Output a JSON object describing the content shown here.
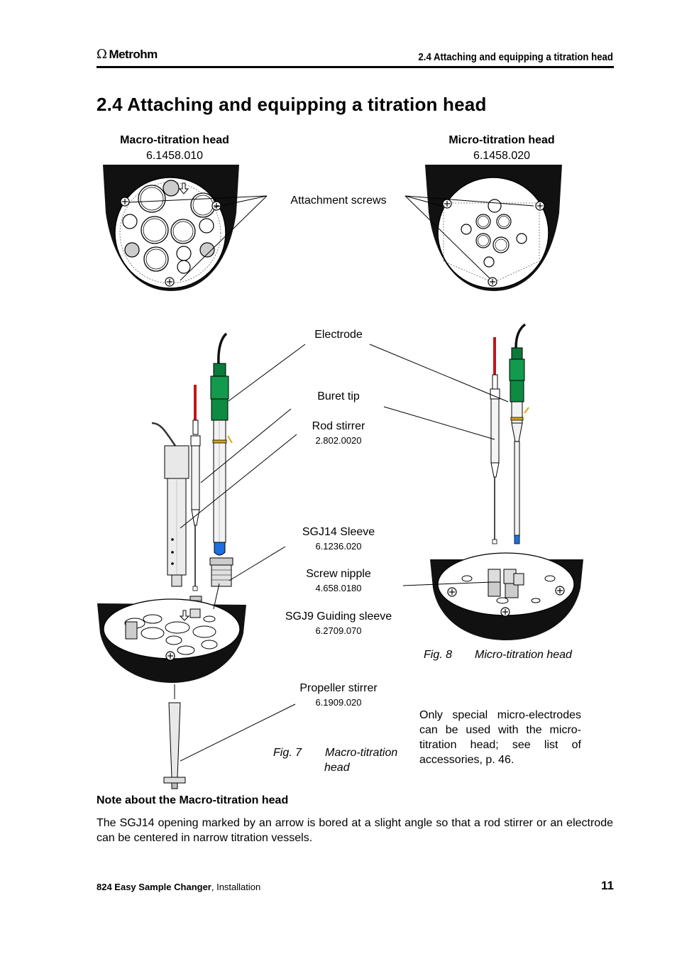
{
  "header": {
    "brand": "Metrohm",
    "section_title": "2.4 Attaching and equipping a titration head"
  },
  "heading": "2.4  Attaching and equipping a titration head",
  "macro": {
    "title": "Macro-titration head",
    "code": "6.1458.010"
  },
  "micro": {
    "title": "Micro-titration head",
    "code": "6.1458.020"
  },
  "labels": {
    "attachment_screws": "Attachment screws",
    "electrode": "Electrode",
    "buret_tip": "Buret tip",
    "rod_stirrer": "Rod stirrer",
    "rod_stirrer_code": "2.802.0020",
    "sgj14_sleeve": "SGJ14 Sleeve",
    "sgj14_sleeve_code": "6.1236.020",
    "screw_nipple": "Screw nipple",
    "screw_nipple_code": "4.658.0180",
    "sgj9_sleeve": "SGJ9 Guiding sleeve",
    "sgj9_sleeve_code": "6.2709.070",
    "propeller_stirrer": "Propeller stirrer",
    "propeller_stirrer_code": "6.1909.020"
  },
  "fig8": {
    "num": "Fig.  8",
    "text": "Micro-titration head"
  },
  "fig7": {
    "num": "Fig.  7",
    "text1": "Macro-titration",
    "text2": "head"
  },
  "micro_note": [
    "Only special micro-electrodes",
    "can be used with the micro-",
    "titration head; see list of",
    "accessories, p. 46."
  ],
  "note_heading": "Note about the Macro-titration head",
  "note_body": "The SGJ14 opening marked by an arrow is bored at a slight angle so that a rod stirrer or an electrode can be centered in narrow titration vessels.",
  "footer": {
    "product": "824 Easy Sample Changer",
    "suffix": ", Installation",
    "page": "11"
  }
}
